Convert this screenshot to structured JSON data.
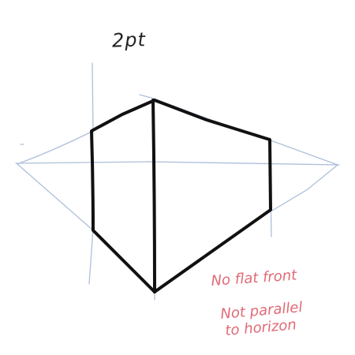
{
  "title": "2pt",
  "notes": {
    "line1": "No flat front",
    "line2": "Not parallel",
    "line3": "to horizon"
  },
  "colors": {
    "ink": "#111111",
    "guide": "#aebfda",
    "guide_dark": "#98a6c2",
    "note": "#e06a76",
    "background": "#ffffff"
  }
}
